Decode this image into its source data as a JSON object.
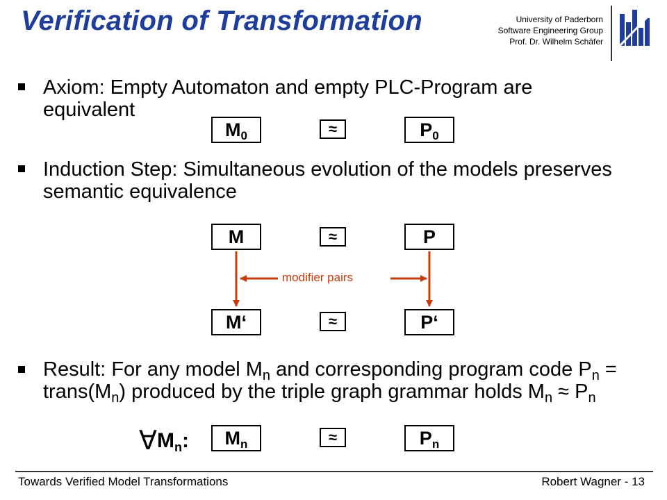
{
  "header": {
    "title": "Verification of Transformation",
    "university": "University of Paderborn",
    "group": "Software Engineering Group",
    "professor": "Prof. Dr. Wilhelm Schäfer"
  },
  "bullets": {
    "axiom": "Axiom: Empty Automaton and empty PLC-Program are equivalent",
    "induction": "Induction Step: Simultaneous evolution of the models preserves semantic equivalence",
    "result": {
      "part1": "Result: For any model M",
      "sub_n": "n",
      "part2": " and corresponding program code P",
      "part3": " = trans(M",
      "part4": ") produced by the triple graph grammar holds M",
      "approx": " ≈ P"
    }
  },
  "diagram": {
    "m0": "M",
    "p0": "P",
    "sub0": "0",
    "m": "M",
    "p": "P",
    "m_prime": "M‘",
    "p_prime": "P‘",
    "approx": "≈",
    "modifier_label": "modifier pairs",
    "forall_symbol": "∀",
    "mn": "M",
    "pn": "P",
    "subn": "n",
    "colon": ":"
  },
  "footer": {
    "left": "Towards Verified Model Transformations",
    "right": "Robert Wagner - 13"
  },
  "colors": {
    "title": "#1f3d9a",
    "arrow": "#c83c0a",
    "logo": "#1f3d9a"
  }
}
